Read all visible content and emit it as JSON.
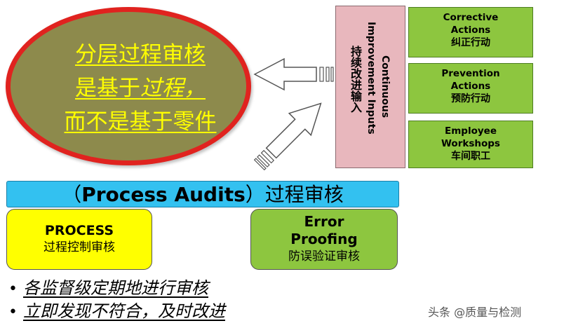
{
  "ellipse": {
    "line1": "分层过程审核",
    "line2_prefix": "是基于",
    "line2_emph": "过程，",
    "line3": "而不是基于零件"
  },
  "inputs": {
    "title_en_line1": "Continuous",
    "title_en_line2": "Improvement Inputs",
    "title_zh_line1": "持续",
    "title_zh_line2": "改进",
    "title_zh_line3": "输入"
  },
  "sources": [
    {
      "en1": "Corrective",
      "en2": "Actions",
      "zh": "纠正行动"
    },
    {
      "en1": "Prevention",
      "en2": "Actions",
      "zh": "预防行动"
    },
    {
      "en1": "Employee",
      "en2": "Workshops",
      "zh": "车间职工"
    }
  ],
  "banner": {
    "open": "（",
    "en": "Process Audits",
    "close": "）",
    "zh": "过程审核"
  },
  "process_box": {
    "en": "PROCESS",
    "zh": "过程控制审核"
  },
  "error_box": {
    "en1": "Error",
    "en2": "Proofing",
    "zh": "防误验证审核"
  },
  "bullets": [
    {
      "dot": "•",
      "text": "各监督级定期地进行审核"
    },
    {
      "dot": "•",
      "text": "立即发现不符合，及时改进"
    }
  ],
  "watermark": "头条 @质量与检测",
  "colors": {
    "ellipse_fill": "#8d8a4c",
    "ellipse_border": "#e0231f",
    "ellipse_text": "#ffff00",
    "pink": "#e8b7bd",
    "green": "#8dc63f",
    "banner": "#33c1f0",
    "yellow": "#ffff00"
  }
}
